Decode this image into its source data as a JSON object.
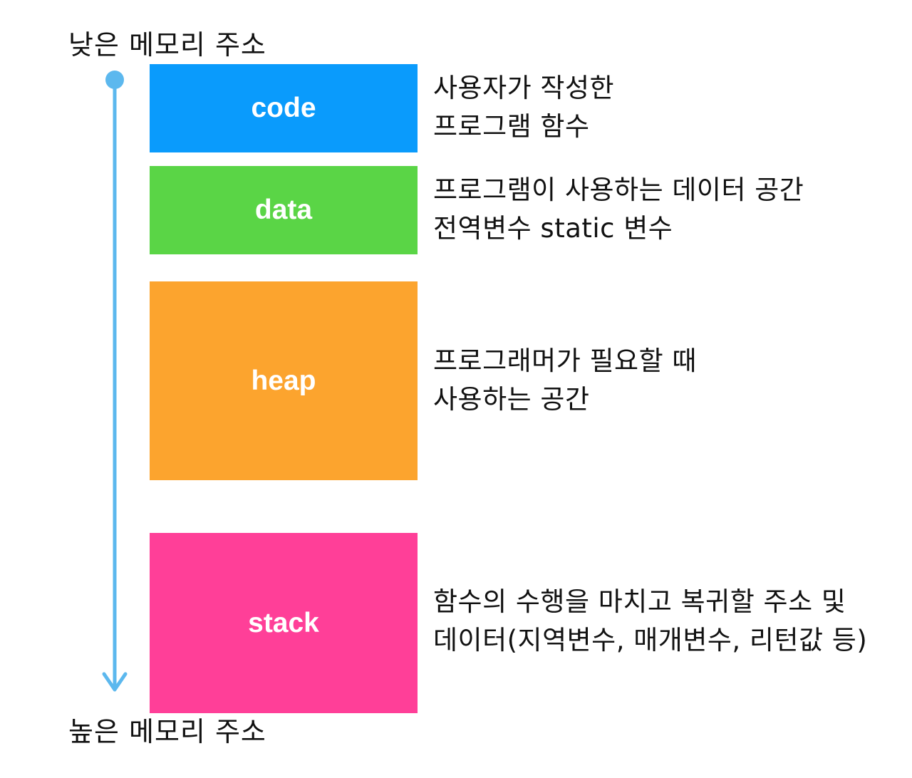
{
  "labels": {
    "low_address": "낮은 메모리 주소",
    "high_address": "높은 메모리 주소"
  },
  "arrow": {
    "color": "#5cb8ee"
  },
  "segments": [
    {
      "id": "code",
      "label": "code",
      "color": "#0a9bfc",
      "description": [
        "사용자가 작성한",
        "프로그램 함수"
      ]
    },
    {
      "id": "data",
      "label": "data",
      "color": "#5ad546",
      "description": [
        "프로그램이 사용하는 데이터 공간",
        "전역변수 static 변수"
      ]
    },
    {
      "id": "heap",
      "label": "heap",
      "color": "#fca42e",
      "description": [
        "프로그래머가 필요할 때",
        "사용하는 공간"
      ]
    },
    {
      "id": "stack",
      "label": "stack",
      "color": "#ff3f98",
      "description": [
        "함수의 수행을 마치고 복귀할 주소 및",
        "데이터(지역변수, 매개변수, 리턴값 등)"
      ]
    }
  ]
}
